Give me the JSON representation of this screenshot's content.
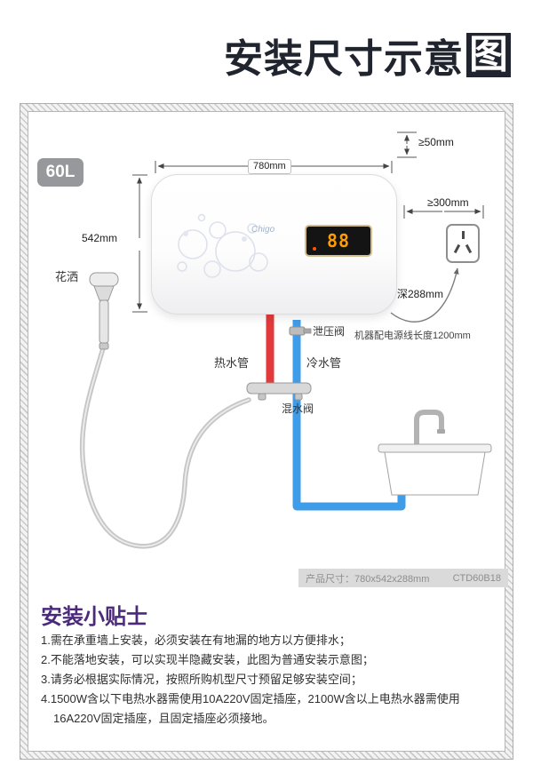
{
  "header": {
    "title_main": "安装尺寸示意",
    "title_tail": "图"
  },
  "diagram": {
    "capacity": "60L",
    "brand": "Chigo",
    "display_value": "88",
    "dims": {
      "width": "780mm",
      "height": "542mm",
      "top_gap": "≥50mm",
      "side_gap": "≥300mm",
      "depth": "深288mm",
      "cord": "机器配电源线长度1200mm"
    },
    "labels": {
      "shower": "花洒",
      "relief_valve": "泄压阀",
      "hot_pipe": "热水管",
      "cold_pipe": "冷水管",
      "mixing_valve": "混水阀"
    },
    "footer": {
      "size": "产品尺寸：780x542x288mm",
      "model": "CTD60B18"
    }
  },
  "tips": {
    "heading": "安装小贴士",
    "items": [
      "1.需在承重墙上安装，必须安装在有地漏的地方以方便排水；",
      "2.不能落地安装，可以实现半隐藏安装，此图为普通安装示意图；",
      "3.请务必根据实际情况，按照所购机型尺寸预留足够安装空间；",
      "4.1500W含以下电热水器需使用10A220V固定插座，2100W含以上电热水器需使用16A220V固定插座，且固定插座必须接地。"
    ]
  },
  "colors": {
    "hot": "#e23a3a",
    "cold": "#3f9ce8",
    "accent": "#4b2a7b"
  }
}
